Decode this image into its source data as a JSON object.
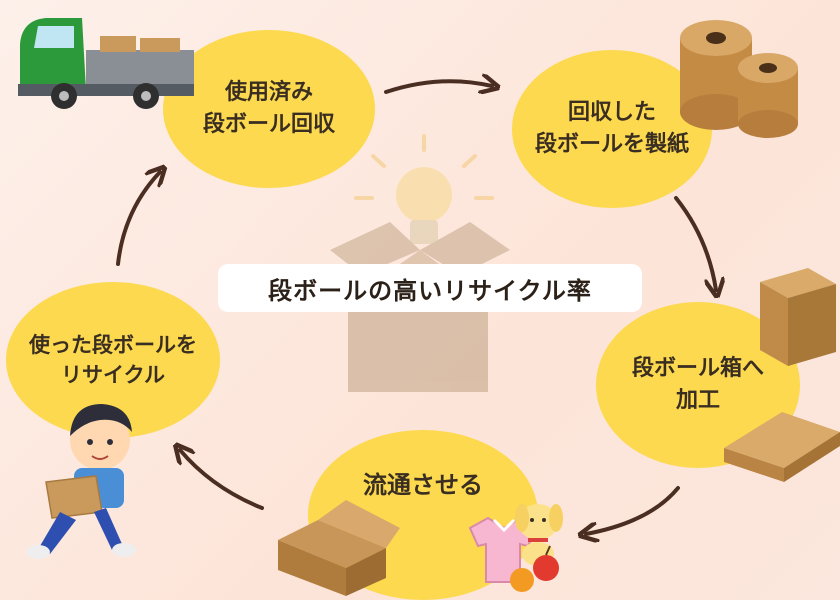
{
  "center_title": "段ボールの高いリサイクル率",
  "steps": [
    {
      "text": "使用済み\n段ボール回収"
    },
    {
      "text": "回収した\n段ボールを製紙"
    },
    {
      "text": "段ボール箱へ\n加工"
    },
    {
      "text": "流通させる"
    },
    {
      "text": "使った段ボールを\nリサイクル"
    }
  ],
  "colors": {
    "bubble": "#fcd94e",
    "arrow": "#4a2e22",
    "background": "#fde8de",
    "cardboard": "#c99a5b"
  },
  "icons": [
    "truck-icon",
    "paper-roll-icon",
    "cardboard-box-icon",
    "flat-cardboard-icon",
    "open-box-icon",
    "blouse-icon",
    "plush-dog-icon",
    "fruit-icon",
    "boy-carrying-box-icon",
    "lightbulb-icon",
    "center-box-icon"
  ]
}
